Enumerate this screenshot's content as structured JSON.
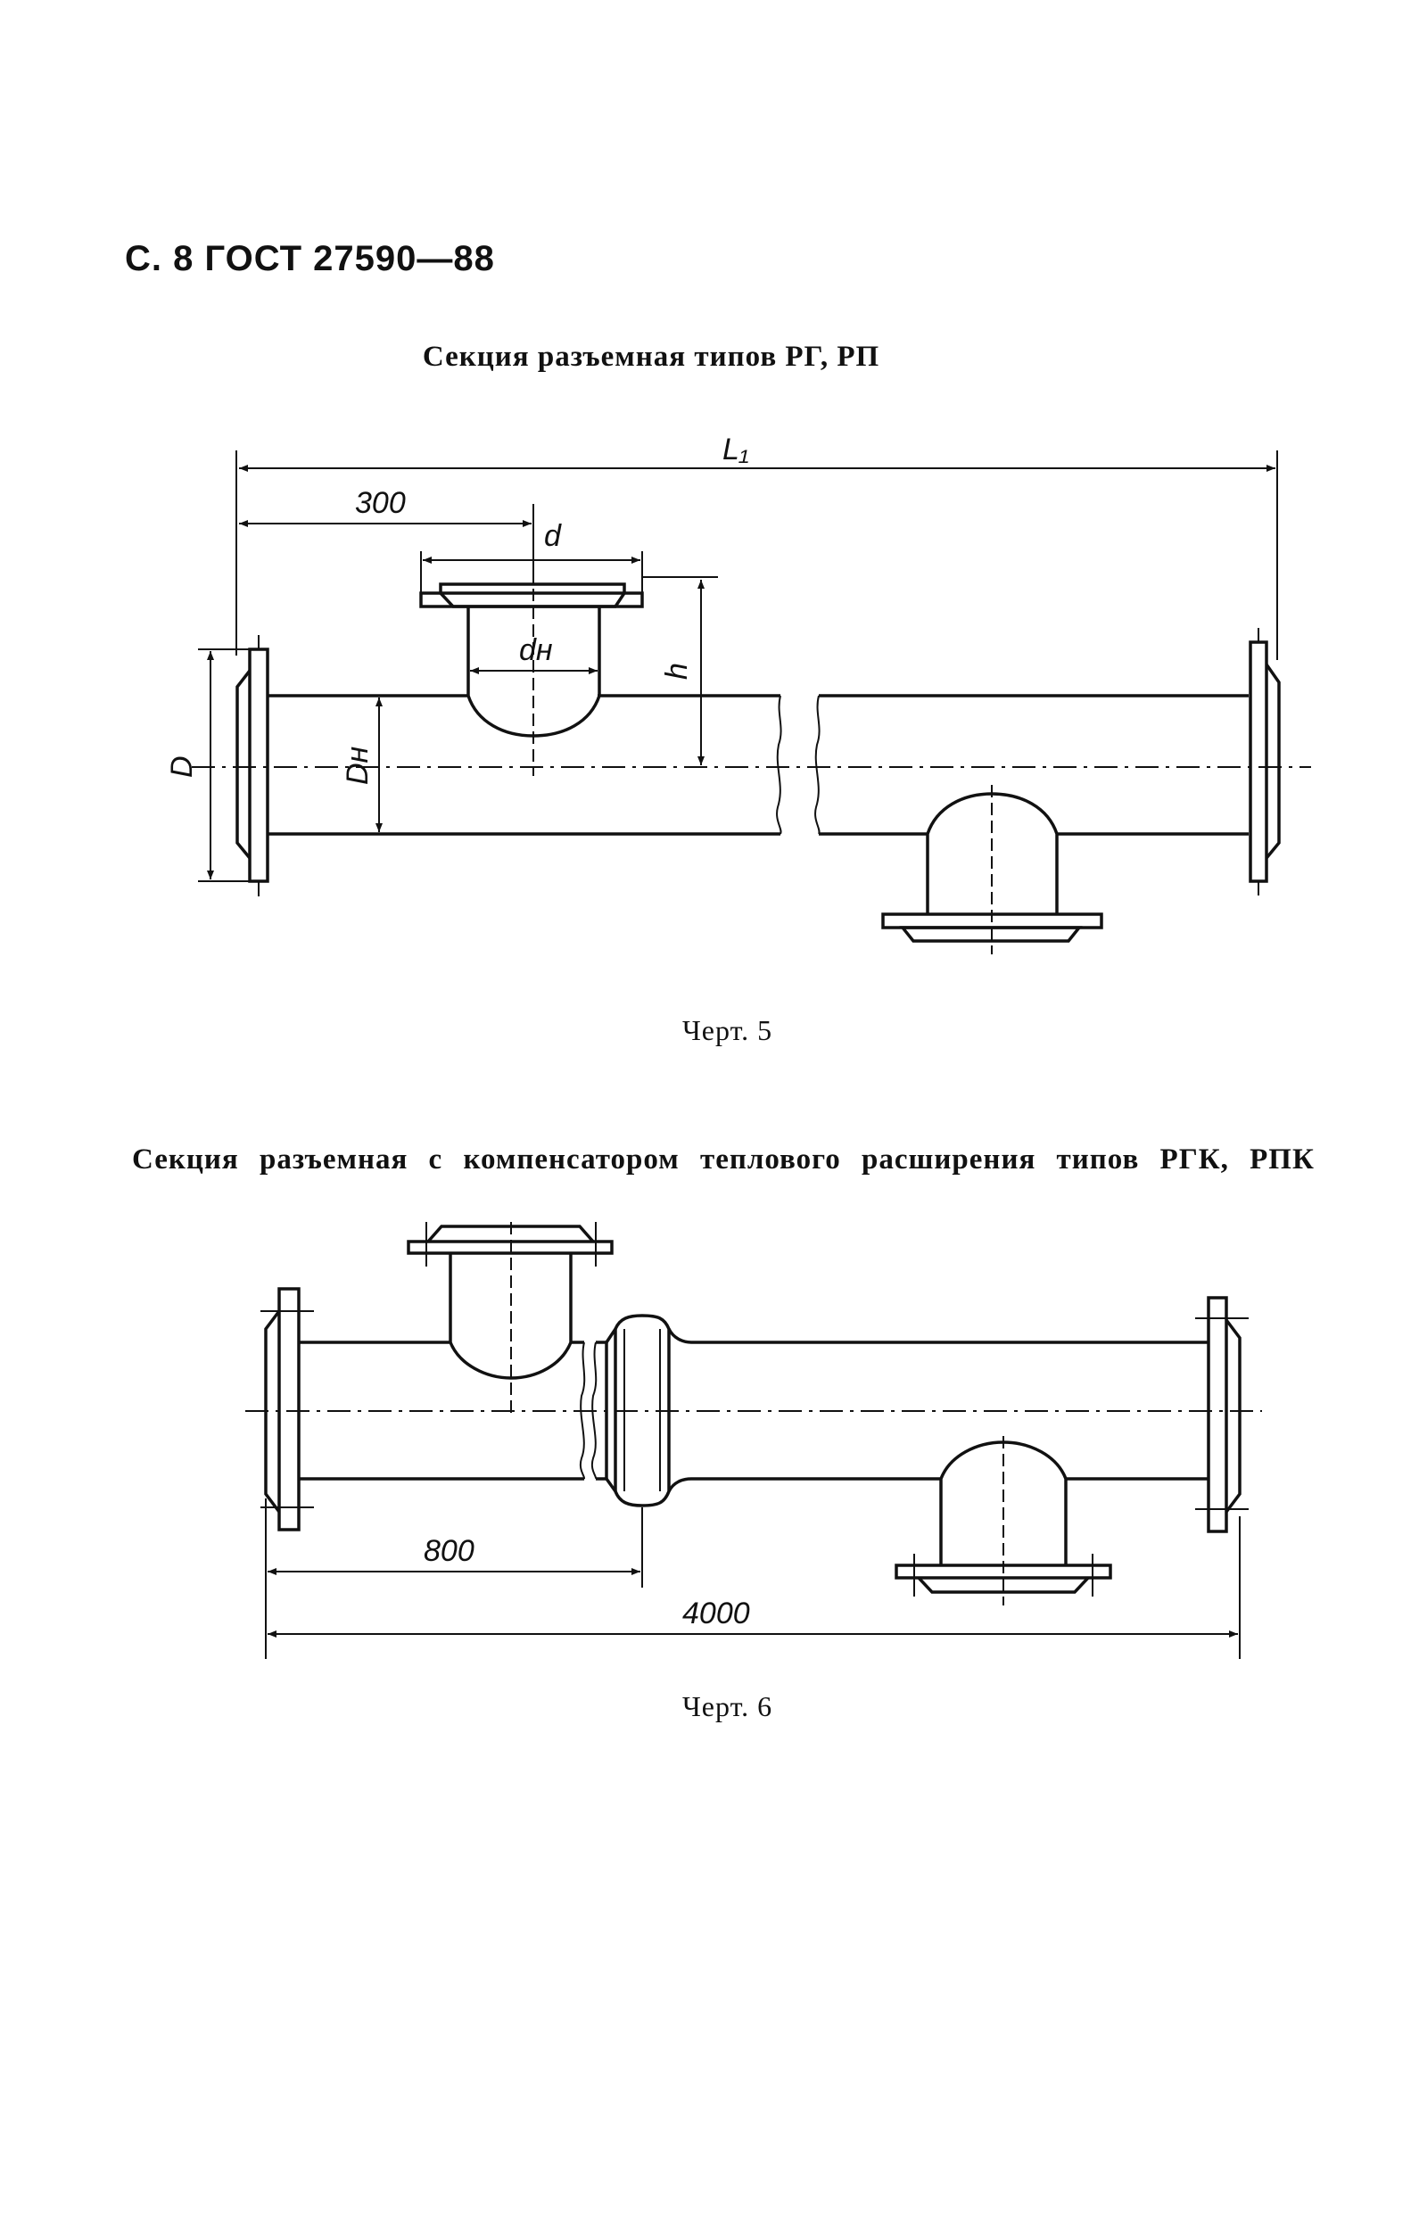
{
  "header": "С. 8 ГОСТ 27590—88",
  "figure1": {
    "title": "Секция разъемная типов РГ, РП",
    "caption": "Черт. 5",
    "dims": {
      "L1": "L₁",
      "d300": "300",
      "d": "d",
      "dn": "dн",
      "h": "h",
      "D": "D",
      "Dn": "Dн"
    }
  },
  "figure2": {
    "title": "Секция разъемная с компенсатором теплового расширения типов РГК, РПК",
    "caption": "Черт. 6",
    "dims": {
      "d800": "800",
      "d4000": "4000"
    }
  }
}
